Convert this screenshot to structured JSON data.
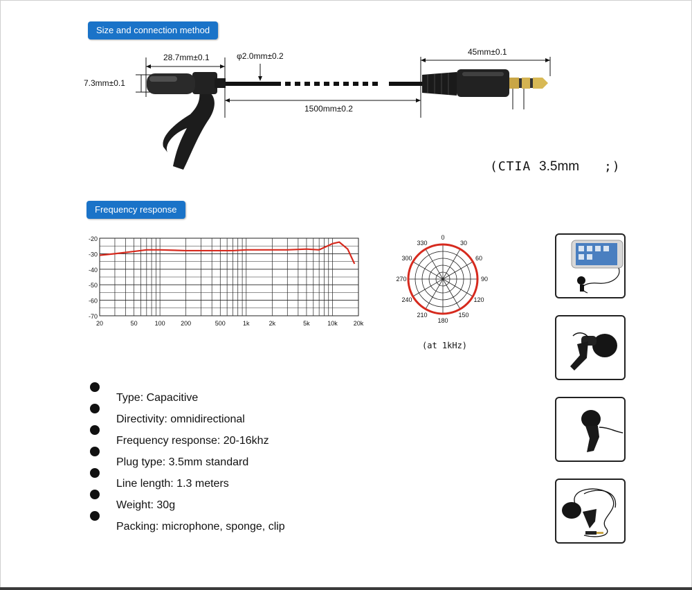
{
  "section1": {
    "label": "Size and connection method"
  },
  "dimensions": {
    "mic_length": "28.7mm±0.1",
    "cable_diameter": "φ2.0mm±0.2",
    "mic_height": "7.3mm±0.1",
    "plug_length": "45mm±0.1",
    "cable_length": "1500mm±0.2"
  },
  "plug_note": {
    "prefix": "(CTIA",
    "size": "3.5mm",
    "suffix": ";)"
  },
  "section2": {
    "label": "Frequency response"
  },
  "chart_data": [
    {
      "type": "line",
      "x": [
        20,
        30,
        50,
        70,
        100,
        200,
        300,
        500,
        700,
        1000,
        2000,
        3000,
        5000,
        7000,
        10000,
        12000,
        15000,
        18000
      ],
      "series": [
        {
          "values": [
            -31,
            -30,
            -28.5,
            -27.5,
            -27.5,
            -28,
            -28,
            -28,
            -28,
            -27.5,
            -27.5,
            -27.5,
            -27,
            -27.5,
            -23.5,
            -22.5,
            -27,
            -36.5
          ]
        }
      ],
      "x_scale": "log",
      "x_ticks": [
        "20",
        "50",
        "100",
        "200",
        "500",
        "1k",
        "2k",
        "5k",
        "10k",
        "20k"
      ],
      "y_ticks": [
        "-20",
        "-30",
        "-40",
        "-50",
        "-60",
        "-70"
      ],
      "ylim": [
        -70,
        -20
      ],
      "xlim": [
        20,
        20000
      ],
      "grid": true,
      "title": "",
      "xlabel": "",
      "ylabel": "",
      "line_color": "#d62a1e"
    },
    {
      "type": "polar",
      "angle_labels": [
        "0",
        "30",
        "60",
        "90",
        "120",
        "150",
        "180",
        "210",
        "240",
        "270",
        "300",
        "330"
      ],
      "pattern": "omnidirectional",
      "caption": "(at 1kHz)",
      "line_color": "#d62a1e"
    }
  ],
  "specs": [
    "Type: Capacitive",
    "Directivity: omnidirectional",
    "Frequency response: 20-16khz",
    "Plug type: 3.5mm standard",
    "Line length: 1.3 meters",
    "Weight: 30g",
    "Packing: microphone, sponge, clip"
  ],
  "thumbnails": [
    "phone-with-lavalier-photo",
    "mic-with-foam-clip-photo",
    "mic-on-clip-photo",
    "mic-with-cable-and-plug-photo"
  ]
}
